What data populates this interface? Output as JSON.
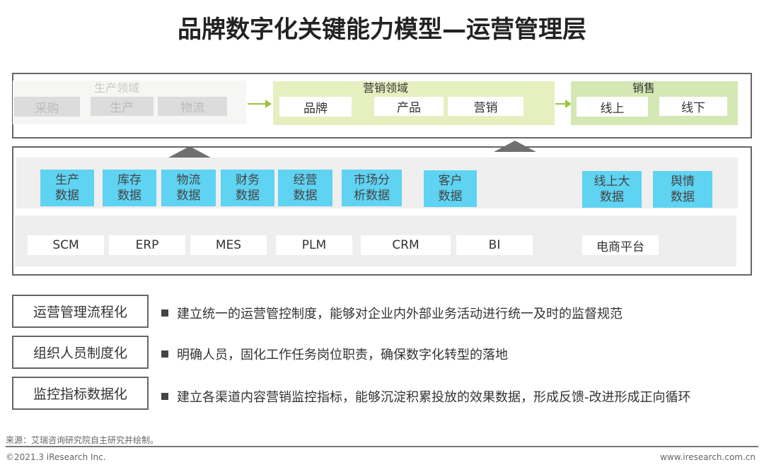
{
  "title": "品牌数字化关键能力模型—运营管理层",
  "production": {
    "label": "生产领域",
    "items": [
      "采购",
      "生产",
      "物流"
    ]
  },
  "marketing": {
    "label": "营销领域",
    "items": [
      "品牌",
      "产品",
      "营销"
    ]
  },
  "sales": {
    "label": "销售",
    "items": [
      "线上",
      "线下"
    ]
  },
  "data_items": [
    "生产\n数据",
    "库存\n数据",
    "物流\n数据",
    "财务\n数据",
    "经营\n数据",
    "市场分\n析数据",
    "客户\n数据",
    "线上大\n数据",
    "舆情\n数据"
  ],
  "systems": [
    "SCM",
    "ERP",
    "MES",
    "PLM",
    "CRM",
    "BI",
    "电商平台"
  ],
  "rows": [
    {
      "label": "运营管理流程化",
      "text": "建立统一的运营管控制度，能够对企业内外部业务活动进行统一及时的监督规范"
    },
    {
      "label": "组织人员制度化",
      "text": "明确人员，固化工作任务岗位职责，确保数字化转型的落地"
    },
    {
      "label": "监控指标数据化",
      "text": "建立各渠道内容营销监控指标，能够沉淀积累投放的效果数据，形成反馈-改进形成正向循环"
    }
  ],
  "footer": {
    "source": "来源：艾瑞咨询研究院自主研究并绘制。",
    "copyright": "©2021.3 iResearch Inc.",
    "website": "www.iresearch.com.cn"
  }
}
